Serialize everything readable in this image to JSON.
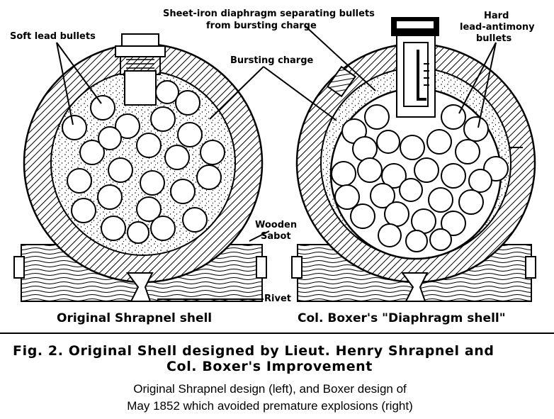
{
  "labels": {
    "soft_lead": "Soft lead bullets",
    "diaphragm_line1": "Sheet-iron diaphragm separating bullets",
    "diaphragm_line2": "from bursting charge",
    "hard_line1": "Hard",
    "hard_line2": "lead-antimony",
    "hard_line3": "bullets",
    "bursting": "Bursting charge",
    "sabot_line1": "Wooden",
    "sabot_line2": "Sabot",
    "rivet": "Rivet"
  },
  "captions": {
    "left_shell": "Original Shrapnel shell",
    "right_shell": "Col. Boxer's \"Diaphragm shell\""
  },
  "figure_title": {
    "line1": "Fig. 2.  Original Shell designed by Lieut. Henry Shrapnel and",
    "line2": "Col. Boxer's Improvement"
  },
  "caption": {
    "line1": "Original Shrapnel design (left), and Boxer design of",
    "line2": "May 1852 which avoided premature explosions (right)"
  },
  "colors": {
    "ink": "#000000",
    "paper": "#ffffff"
  }
}
